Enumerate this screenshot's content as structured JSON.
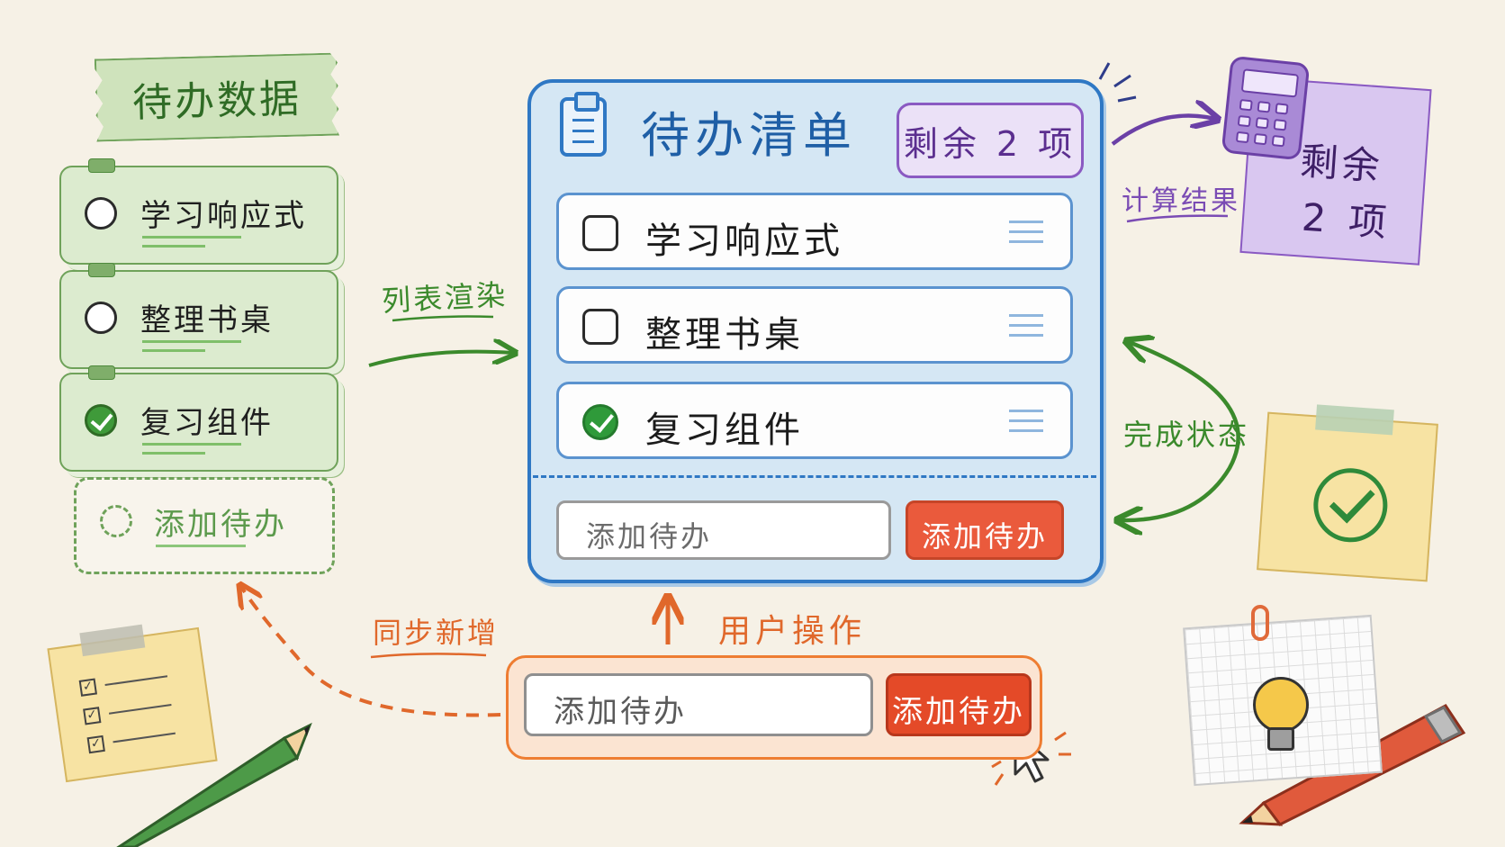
{
  "data_panel": {
    "title": "待办数据",
    "items": [
      {
        "label": "学习响应式",
        "done": false
      },
      {
        "label": "整理书桌",
        "done": false
      },
      {
        "label": "复习组件",
        "done": true
      }
    ],
    "add_placeholder": "添加待办"
  },
  "todo_panel": {
    "title": "待办清单",
    "remaining_badge": "剩余 2 项",
    "items": [
      {
        "label": "学习响应式",
        "done": false
      },
      {
        "label": "整理书桌",
        "done": false
      },
      {
        "label": "复习组件",
        "done": true
      }
    ],
    "input_placeholder": "添加待办",
    "add_button": "添加待办"
  },
  "user_action": {
    "input_placeholder": "添加待办",
    "add_button": "添加待办"
  },
  "result_note": {
    "line1": "剩余",
    "line2": "2 项"
  },
  "labels": {
    "render": "列表渲染",
    "sync_add": "同步新增",
    "user_operation": "用户操作",
    "compute_result": "计算结果",
    "done_state": "完成状态"
  },
  "colors": {
    "data_green": "#6fa25a",
    "panel_blue": "#2f78c4",
    "action_orange": "#ee7d32",
    "result_purple": "#8a5ac2",
    "button_red": "#e44a28"
  }
}
